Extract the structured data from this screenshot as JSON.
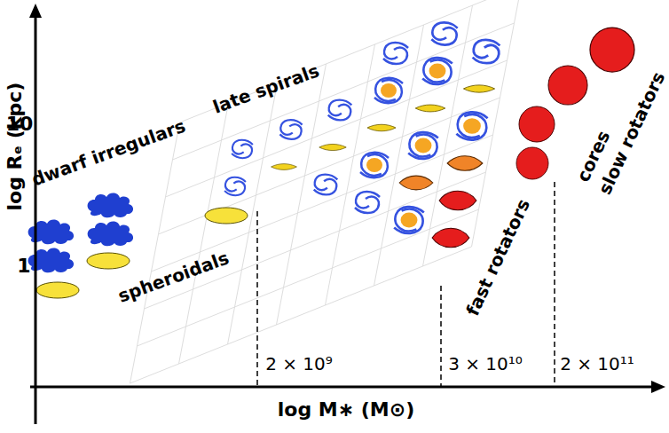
{
  "diagram": {
    "labels": [
      "log Rₑ (kpc)",
      "10",
      "1",
      "dwarf irregulars",
      "late spirals",
      "spheroidals",
      "fast rotators",
      "slow rotators",
      "cores",
      "2 × 10⁹",
      "3 × 10¹⁰",
      "2 × 10¹¹",
      "log M∗ (M⊙)"
    ]
  }
}
